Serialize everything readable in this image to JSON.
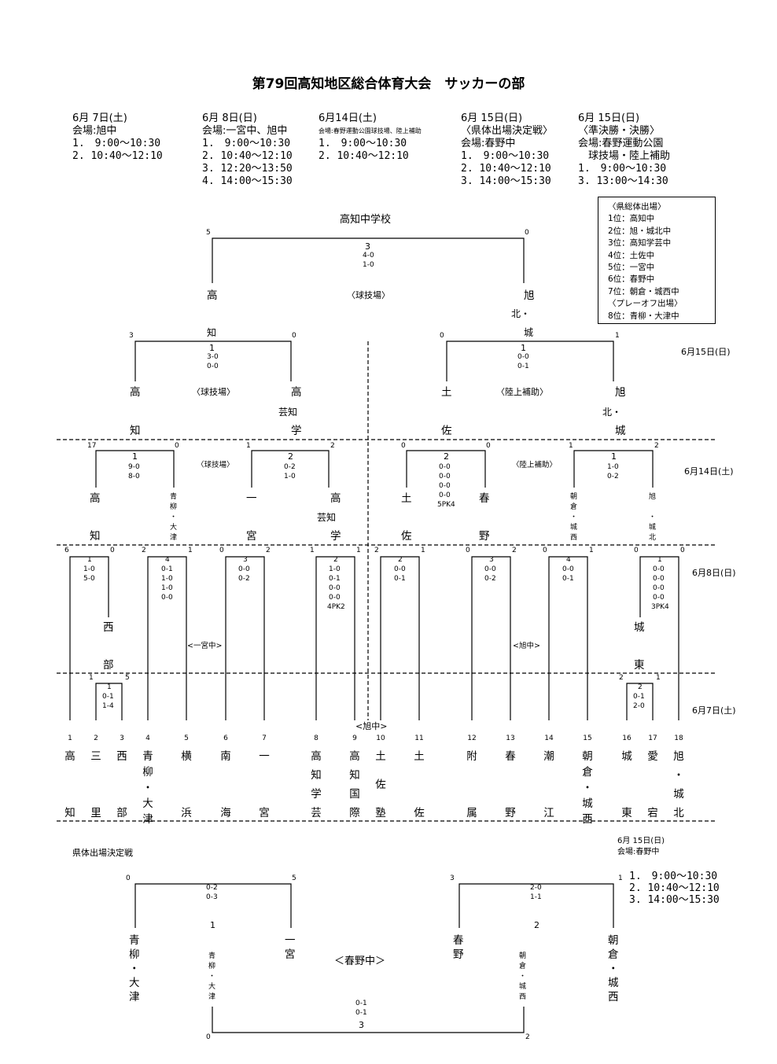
{
  "title": "第79回高知地区総合体育大会　サッカーの部",
  "schedule": [
    {
      "date": "6月 7日(土)",
      "lines": [
        "会場:旭中",
        "1.　9:00～10:30",
        "2. 10:40～12:10"
      ]
    },
    {
      "date": "6月 8日(日)",
      "lines": [
        "会場:一宮中、旭中",
        "1.　9:00～10:30",
        "2. 10:40～12:10",
        "3. 12:20～13:50",
        "4. 14:00～15:30"
      ]
    },
    {
      "date": "6月14日(土)",
      "lines": [
        "会場:春野運動公園球技場、陸上補助",
        "1.　9:00～10:30",
        "2. 10:40～12:10"
      ]
    },
    {
      "date": "6月 15日(日)",
      "lines": [
        "〈県体出場決定戦〉",
        "会場:春野中",
        "1.　9:00～10:30",
        "2. 10:40～12:10",
        "3. 14:00～15:30"
      ]
    },
    {
      "date": "6月 15日(日)",
      "lines": [
        "〈準決勝・決勝〉",
        "会場:春野運動公園",
        "　球技場・陸上補助",
        "1.　9:00～10:30",
        "3. 13:00～14:30"
      ]
    }
  ],
  "legend": [
    "〈県総体出場〉",
    "1位：高知中",
    "2位：旭・城北中",
    "3位：高知学芸中",
    "4位：土佐中",
    "5位：一宮中",
    "6位：春野中",
    "7位：朝倉・城西中",
    "〈プレーオフ出場〉",
    "8位：青柳・大津中"
  ],
  "rounds": {
    "r4": "6月15日(日)",
    "r3": "6月14日(土)",
    "r2": "6月8日(日)",
    "r1": "6月7日(土)"
  },
  "venues": {
    "final": "〈球技場〉",
    "sf1": "〈球技場〉",
    "sf2": "〈陸上補助〉",
    "qf1": "〈球技場〉",
    "qf2": "〈陸上補助〉",
    "r2a": "<一宮中>",
    "r2b": "<旭中>",
    "r1": "<旭中>",
    "pl": "＜春野中＞"
  },
  "final": {
    "winner": "高知中学校",
    "ls": "5",
    "rs": "0",
    "no": "3",
    "sc": [
      "4-0",
      "1-0"
    ],
    "left": "高",
    "right": "旭"
  },
  "sf1": {
    "ls": "3",
    "rs": "0",
    "no": "1",
    "sc": [
      "3-0",
      "0-0"
    ],
    "left": "高",
    "right": "高"
  },
  "sf2": {
    "ls": "0",
    "rs": "1",
    "no": "1",
    "sc": [
      "0-0",
      "0-1"
    ],
    "left": "土",
    "right": "旭"
  },
  "qf": [
    {
      "ls": "17",
      "rs": "0",
      "no": "1",
      "sc": [
        "9-0",
        "8-0"
      ]
    },
    {
      "ls": "1",
      "rs": "2",
      "no": "2",
      "sc": [
        "0-2",
        "1-0"
      ]
    },
    {
      "ls": "0",
      "rs": "0",
      "no": "2",
      "sc": [
        "0-0",
        "0-0",
        "0-0",
        "0-0",
        "5PK4"
      ]
    },
    {
      "ls": "1",
      "rs": "2",
      "no": "1",
      "sc": [
        "1-0",
        "0-2"
      ]
    }
  ],
  "r2": [
    {
      "ls": "6",
      "rs": "0",
      "no": "1",
      "sc": [
        "1-0",
        "5-0"
      ]
    },
    {
      "ls": "2",
      "rs": "1",
      "no": "4",
      "sc": [
        "0-1",
        "1-0",
        "1-0",
        "0-0"
      ]
    },
    {
      "ls": "0",
      "rs": "2",
      "no": "3",
      "sc": [
        "0-0",
        "0-2"
      ]
    },
    {
      "ls": "1",
      "rs": "1",
      "no": "2",
      "sc": [
        "1-0",
        "0-1",
        "0-0",
        "0-0",
        "4PK2"
      ]
    },
    {
      "ls": "2",
      "rs": "1",
      "no": "2",
      "sc": [
        "0-0",
        "0-1"
      ]
    },
    {
      "ls": "0",
      "rs": "2",
      "no": "3",
      "sc": [
        "0-0",
        "0-2"
      ]
    },
    {
      "ls": "0",
      "rs": "1",
      "no": "4",
      "sc": [
        "0-0",
        "0-1"
      ]
    },
    {
      "ls": "0",
      "rs": "0",
      "no": "1",
      "sc": [
        "0-0",
        "0-0",
        "0-0",
        "0-0",
        "3PK4"
      ]
    }
  ],
  "r1": [
    {
      "ls": "1",
      "rs": "5",
      "no": "1",
      "sc": [
        "0-1",
        "1-4"
      ]
    },
    {
      "ls": "2",
      "rs": "1",
      "no": "2",
      "sc": [
        "0-1",
        "2-0"
      ]
    }
  ],
  "teams": [
    {
      "n": "1",
      "name": "高知"
    },
    {
      "n": "2",
      "name": "三里"
    },
    {
      "n": "3",
      "name": "西部"
    },
    {
      "n": "4",
      "name": "青柳・大津"
    },
    {
      "n": "5",
      "name": "横浜"
    },
    {
      "n": "6",
      "name": "南海"
    },
    {
      "n": "7",
      "name": "一宮"
    },
    {
      "n": "8",
      "name": "高知学芸"
    },
    {
      "n": "9",
      "name": "高知国際"
    },
    {
      "n": "10",
      "name": "土佐塾"
    },
    {
      "n": "11",
      "name": "土佐"
    },
    {
      "n": "12",
      "name": "附属"
    },
    {
      "n": "13",
      "name": "春野"
    },
    {
      "n": "14",
      "name": "潮江"
    },
    {
      "n": "15",
      "name": "朝倉・城西"
    },
    {
      "n": "16",
      "name": "城東"
    },
    {
      "n": "17",
      "name": "愛宕"
    },
    {
      "n": "18",
      "name": "旭・城北"
    }
  ],
  "playoff": {
    "heading": "県体出場決定戦",
    "date": "6月 15日(日)",
    "venue": "会場:春野中",
    "times": [
      "1.　9:00～10:30",
      "2. 10:40～12:10",
      "3. 14:00～15:30"
    ],
    "m1": {
      "ls": "0",
      "rs": "5",
      "no": "1",
      "sc": [
        "0-2",
        "0-3"
      ],
      "left": "青柳・大津",
      "right": "一宮",
      "down": "青柳・大津"
    },
    "m2": {
      "ls": "3",
      "rs": "1",
      "no": "2",
      "sc": [
        "2-0",
        "1-1"
      ],
      "left": "春野",
      "right": "朝倉・城西",
      "down": "朝倉・城西"
    },
    "m3": {
      "ls": "0",
      "rs": "2",
      "no": "3",
      "sc": [
        "0-1",
        "0-1"
      ]
    }
  },
  "labels": {
    "final_left_name": "高",
    "final_right_name": "旭北・城",
    "sf1_l": "知",
    "sf2_l": "北・",
    "sf2_r": "城",
    "sf1_left": "高知",
    "sf1_right": "高芸知学",
    "sf2_left": "土佐",
    "sf2_right": "旭北・城",
    "qf_names": [
      "高知",
      "青柳・大津",
      "一宮",
      "高芸知学",
      "土佐",
      "春野",
      "朝倉・城西",
      "旭・城北"
    ],
    "r2_names": [
      "西部",
      "城東"
    ]
  }
}
